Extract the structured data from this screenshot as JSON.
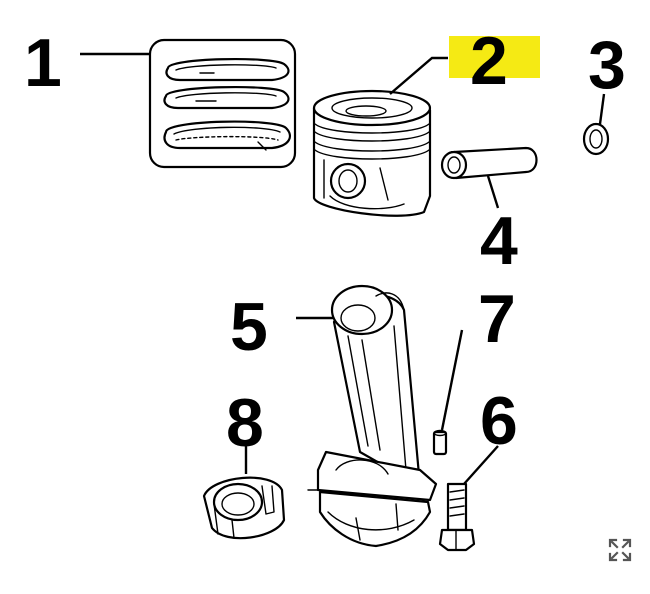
{
  "diagram": {
    "callouts": [
      {
        "id": "1",
        "label": "1"
      },
      {
        "id": "2",
        "label": "2",
        "highlighted": true
      },
      {
        "id": "3",
        "label": "3"
      },
      {
        "id": "4",
        "label": "4"
      },
      {
        "id": "5",
        "label": "5"
      },
      {
        "id": "6",
        "label": "6"
      },
      {
        "id": "7",
        "label": "7"
      },
      {
        "id": "8",
        "label": "8"
      }
    ],
    "highlight_color": "#f5ea14"
  },
  "controls": {
    "expand_icon": "fullscreen-expand-icon"
  }
}
